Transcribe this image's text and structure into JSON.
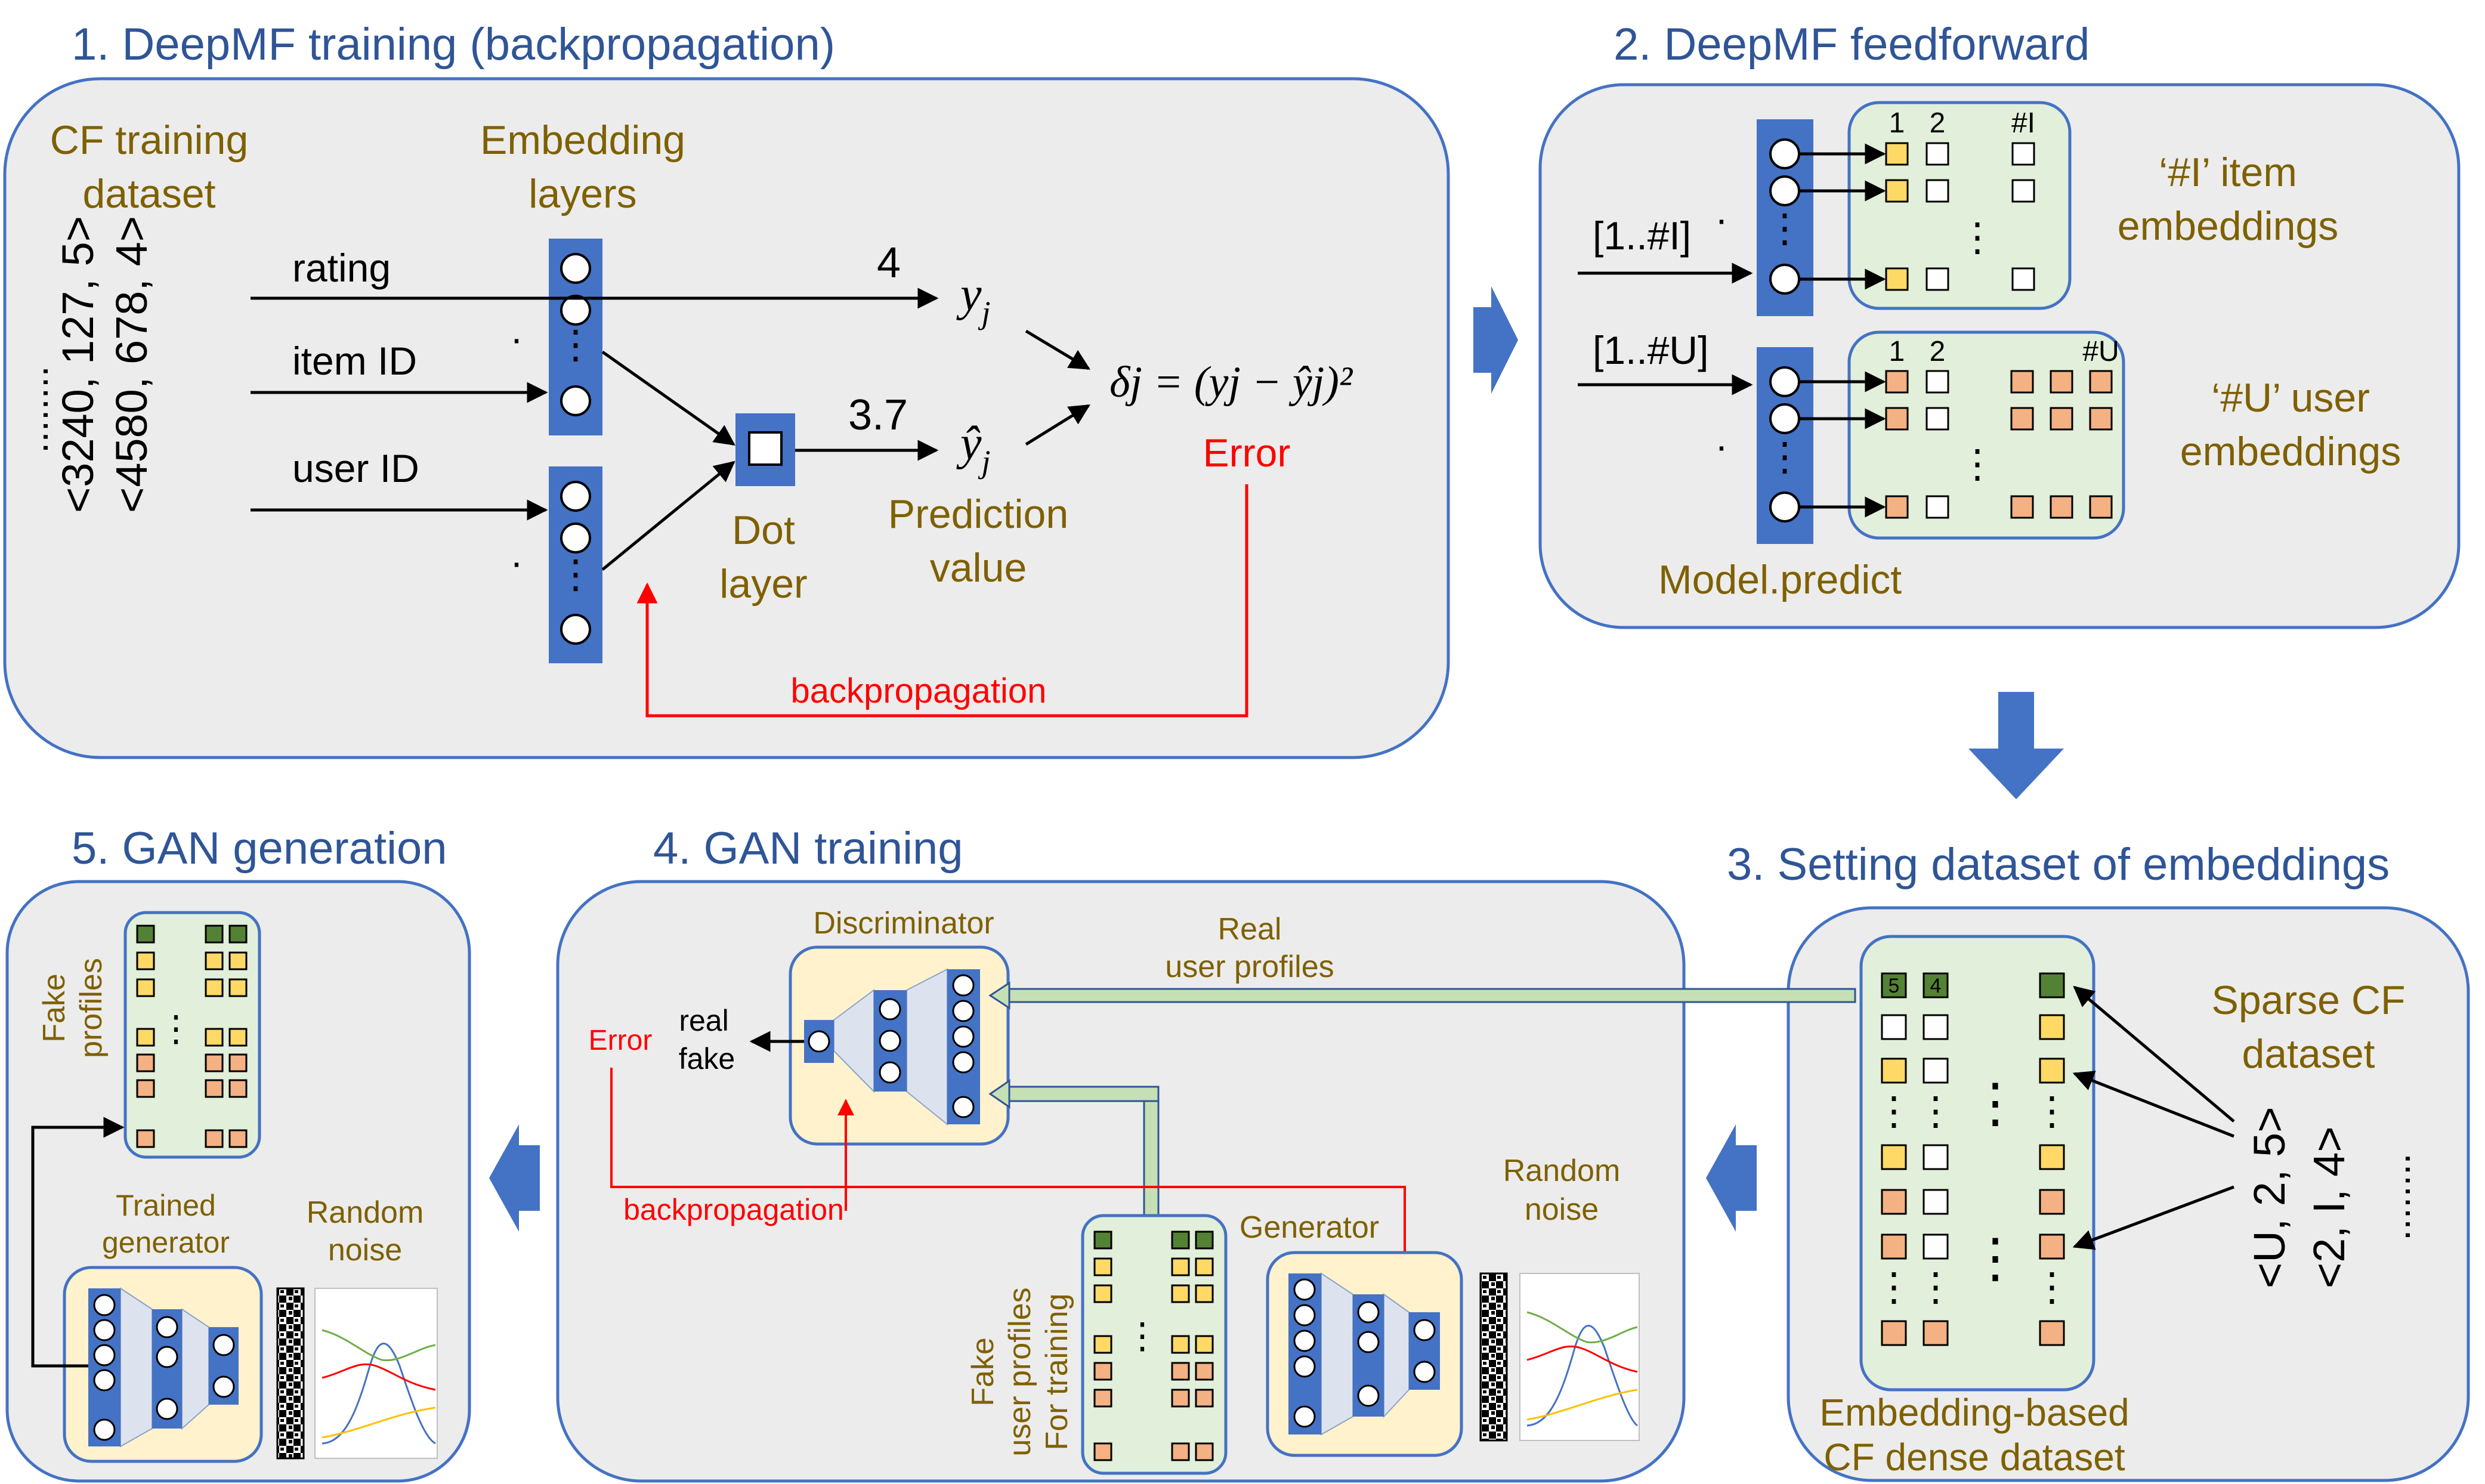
{
  "colors": {
    "title": "#2f5597",
    "label": "#7f6000",
    "error": "#ff0000",
    "layer_fill": "#4472c4",
    "panel_fill": "#ececec",
    "panel_stroke": "#4472c4",
    "embedding_fill": "#e2efda",
    "generator_fill": "#fff2cc",
    "item_square": "#ffd966",
    "user_square": "#f4b183",
    "rating_square": "#548235",
    "arrow_fill": "#4472c4"
  },
  "icons": [
    "down-arrow-icon",
    "right-arrow-icon",
    "left-arrow-icon",
    "noise-pattern-icon",
    "gaussian-plot-icon"
  ],
  "panel1": {
    "title": "1. DeepMF training (backpropagation)",
    "dataset_label": [
      "CF training",
      "dataset"
    ],
    "tuples": [
      "<3240, 127, 5>",
      "<4580, 678, 4>"
    ],
    "dots": "........",
    "inputs": [
      "rating",
      "item ID",
      "user ID"
    ],
    "embedding_label": [
      "Embedding",
      "layers"
    ],
    "rating_value": "4",
    "prediction_value": "3.7",
    "y": "y",
    "y_hat": "ŷ",
    "sub_j": "j",
    "delta_formula": "δj = (yj − ŷj)²",
    "dot_layer_label": [
      "Dot",
      "layer"
    ],
    "prediction_label": [
      "Prediction",
      "value"
    ],
    "error": "Error",
    "backprop": "backpropagation"
  },
  "panel2": {
    "title": "2. DeepMF feedforward",
    "item_range": "[1..#I]",
    "user_range": "[1..#U]",
    "item_cols": [
      "1",
      "2",
      "#I"
    ],
    "user_cols": [
      "1",
      "2",
      "#U"
    ],
    "item_label": [
      "‘#I’ item",
      "embeddings"
    ],
    "user_label": [
      "‘#U’ user",
      "embeddings"
    ],
    "predict": "Model.predict"
  },
  "panel3": {
    "title": "3. Setting dataset of embeddings",
    "badges": [
      "5",
      "4"
    ],
    "sparse_label": [
      "Sparse CF",
      "dataset"
    ],
    "tuples": [
      "<U, 2, 5>",
      "<2, I, 4>"
    ],
    "dense_label": [
      "Embedding-based",
      "CF dense dataset"
    ]
  },
  "panel4": {
    "title": "4. GAN training",
    "discriminator": "Discriminator",
    "real_profiles": [
      "Real",
      "user profiles"
    ],
    "real": "real",
    "fake": "fake",
    "error": "Error",
    "backprop": "backpropagation",
    "fake_training": [
      "Fake",
      "user profiles",
      "For training"
    ],
    "generator": "Generator",
    "noise": [
      "Random",
      "noise"
    ]
  },
  "panel5": {
    "title": "5. GAN generation",
    "fake_profiles": [
      "Fake",
      "profiles"
    ],
    "trained_generator": [
      "Trained",
      "generator"
    ],
    "noise": [
      "Random",
      "noise"
    ]
  }
}
